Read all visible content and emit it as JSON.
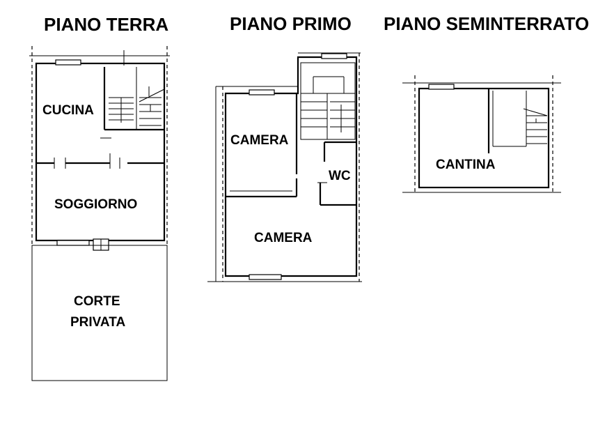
{
  "floors": [
    {
      "title": "PIANO TERRA",
      "rooms": [
        {
          "label": "CUCINA"
        },
        {
          "label": "SOGGIORNO"
        },
        {
          "label": "CORTE"
        },
        {
          "label": "PRIVATA"
        }
      ]
    },
    {
      "title": "PIANO PRIMO",
      "rooms": [
        {
          "label": "CAMERA"
        },
        {
          "label": "WC"
        },
        {
          "label": "CAMERA"
        }
      ]
    },
    {
      "title": "PIANO SEMINTERRATO",
      "rooms": [
        {
          "label": "CANTINA"
        }
      ]
    }
  ]
}
